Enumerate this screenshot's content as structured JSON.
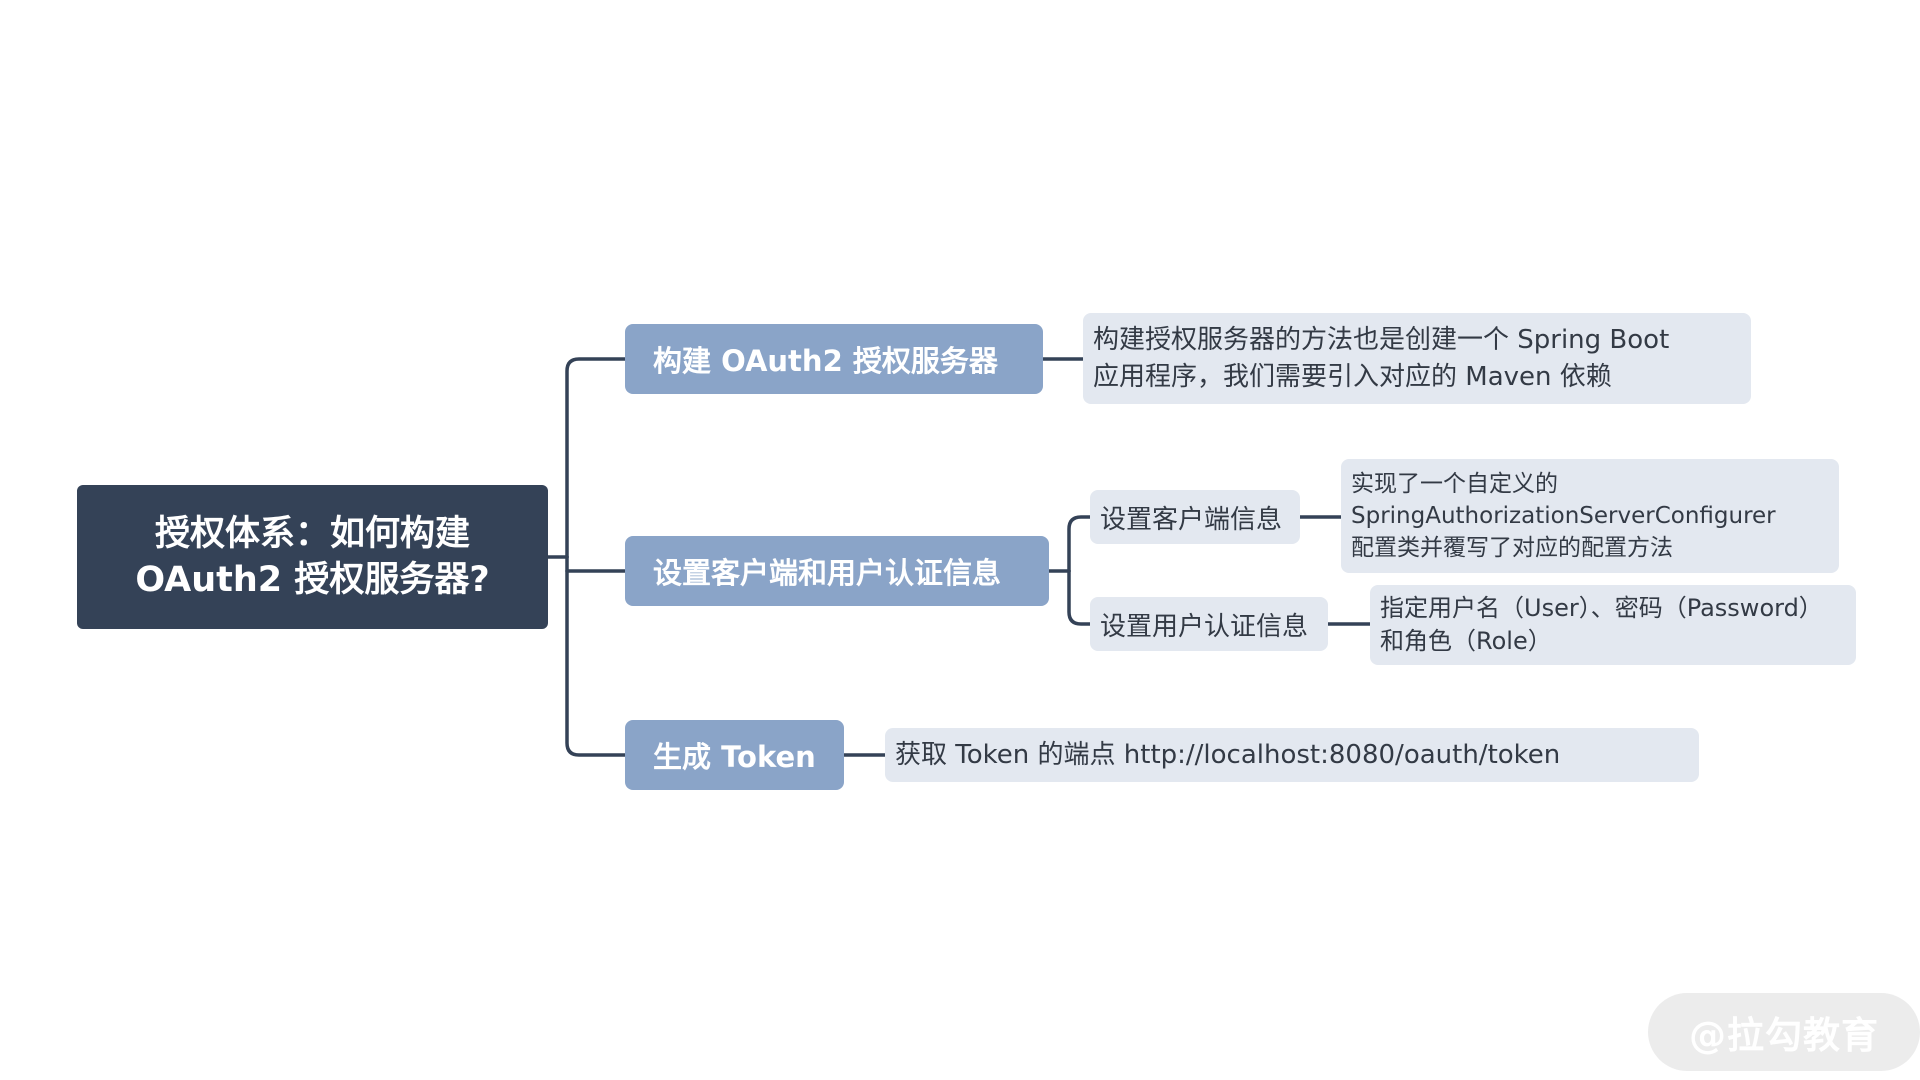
{
  "root": {
    "line1": "授权体系：如何构建",
    "line2": "OAuth2 授权服务器?"
  },
  "branches": [
    {
      "label": "构建 OAuth2 授权服务器",
      "detail": {
        "lines": [
          "构建授权服务器的方法也是创建一个 Spring Boot",
          "应用程序，我们需要引入对应的 Maven 依赖"
        ]
      }
    },
    {
      "label": "设置客户端和用户认证信息",
      "children": [
        {
          "label": "设置客户端信息",
          "detail": {
            "lines": [
              "实现了一个自定义的",
              "SpringAuthorizationServerConfigurer",
              "配置类并覆写了对应的配置方法"
            ]
          }
        },
        {
          "label": "设置用户认证信息",
          "detail": {
            "lines": [
              "指定用户名（User）、密码（Password）",
              "和角色（Role）"
            ]
          }
        }
      ]
    },
    {
      "label": "生成 Token",
      "detail": {
        "lines": [
          "获取 Token 的端点  http://localhost:8080/oauth/token"
        ]
      }
    }
  ],
  "watermark": "@拉勾教育",
  "colors": {
    "root_bg": "#344257",
    "branch_bg": "#8aa4c8",
    "leaf_bg": "#e3e8f0",
    "connector": "#344257"
  }
}
